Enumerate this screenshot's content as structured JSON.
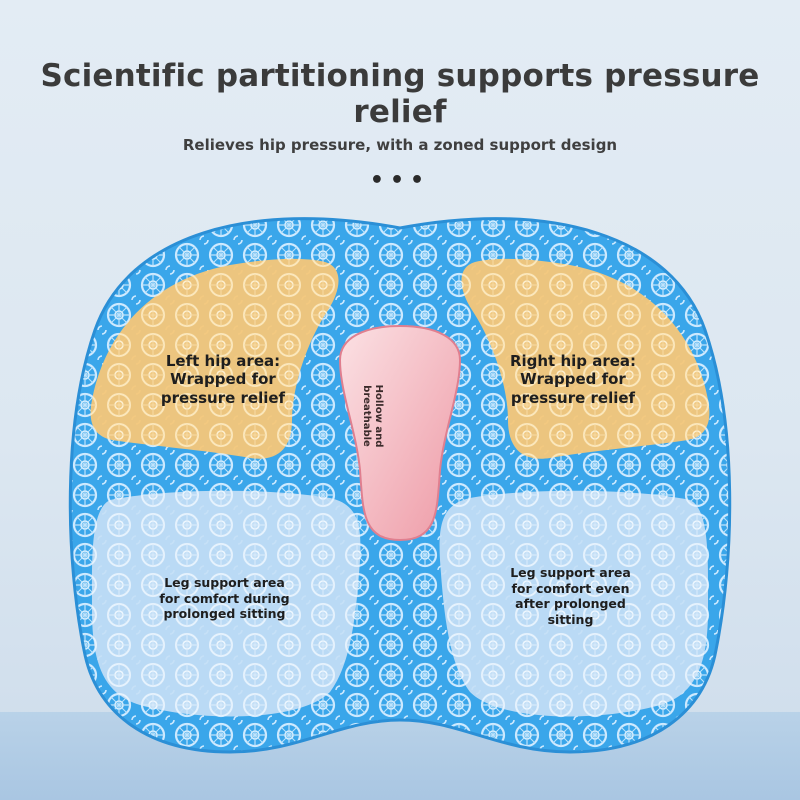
{
  "header": {
    "title": "Scientific partitioning supports pressure relief",
    "subtitle": "Relieves hip pressure, with a zoned support design",
    "dots": "•••"
  },
  "zones": {
    "left_hip": {
      "line1": "Left hip area:",
      "line2": "Wrapped for",
      "line3": "pressure relief"
    },
    "right_hip": {
      "line1": "Right hip area:",
      "line2": "Wrapped for",
      "line3": "pressure relief"
    },
    "center": {
      "line1": "Hollow and",
      "line2": "breathable"
    },
    "left_leg": {
      "line1": "Leg support area",
      "line2": "for comfort during",
      "line3": "prolonged sitting"
    },
    "right_leg": {
      "line1": "Leg support area",
      "line2": "for comfort even",
      "line3": "after prolonged",
      "line4": "sitting"
    }
  },
  "colors": {
    "cushion_blue": "#2f9be0",
    "hip_zone": "#f6c97a",
    "leg_zone": "#cfe4f8",
    "center_zone": "#f2aeb7"
  }
}
